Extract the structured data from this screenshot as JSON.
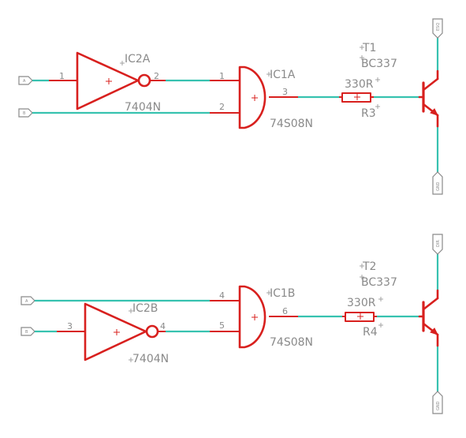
{
  "circuit_1": {
    "inputs": {
      "a": "A",
      "b": "B"
    },
    "inverter": {
      "name": "IC2A",
      "value": "7404N",
      "pin_in": "1",
      "pin_out": "2"
    },
    "and_gate": {
      "name": "IC1A",
      "value": "74S08N",
      "pin_a": "1",
      "pin_b": "2",
      "pin_out": "3"
    },
    "resistor": {
      "name": "R3",
      "value": "330R"
    },
    "transistor": {
      "name": "T1",
      "value": "BC337"
    },
    "collector_port": "ESQ",
    "emitter_port": "GND"
  },
  "circuit_2": {
    "inputs": {
      "a": "A",
      "b": "B"
    },
    "inverter": {
      "name": "IC2B",
      "value": "7404N",
      "pin_in": "3",
      "pin_out": "4"
    },
    "and_gate": {
      "name": "IC1B",
      "value": "74S08N",
      "pin_a": "4",
      "pin_b": "5",
      "pin_out": "6"
    },
    "resistor": {
      "name": "R4",
      "value": "330R"
    },
    "transistor": {
      "name": "T2",
      "value": "BC337"
    },
    "collector_port": "DIR",
    "emitter_port": "GND"
  },
  "colors": {
    "wire": "#37c2b0",
    "part": "#d8201e",
    "label": "#8a8a8a"
  }
}
